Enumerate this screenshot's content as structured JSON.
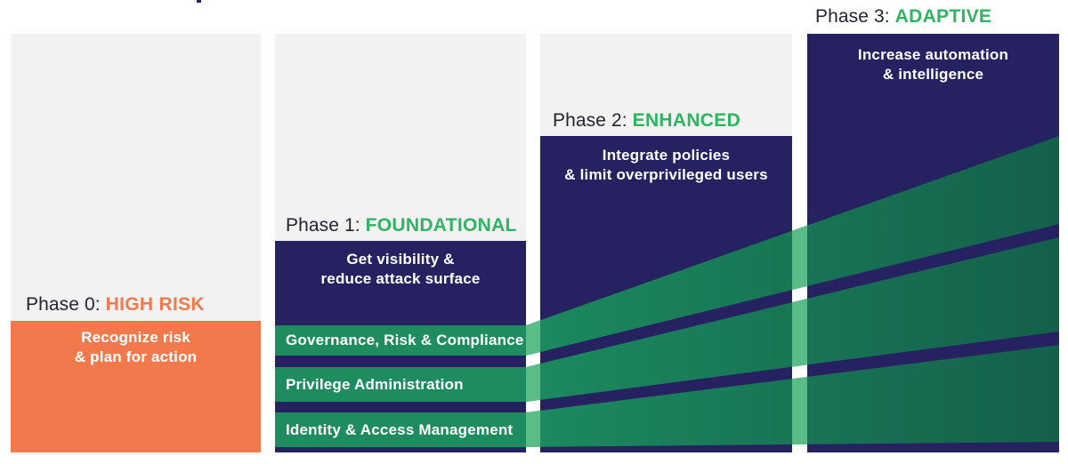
{
  "diagram": {
    "title_hint": "Privileged access maturity phases",
    "colors": {
      "background": "#FFFFFF",
      "column_gray": "#F2F2F2",
      "navy": "#262261",
      "orange": "#F1794C",
      "accent_green": "#2EB462",
      "band_green": "#1E8C5F",
      "band_green_dark": "#14604B",
      "band_green_light_gap": "#5BBC87",
      "label_text": "#232333",
      "white_text": "#FFFFFF"
    },
    "phases": [
      {
        "name": "Phase 0:",
        "status": "HIGH RISK",
        "summary_line1": "Recognize risk",
        "summary_line2": "& plan for action"
      },
      {
        "name": "Phase 1:",
        "status": "FOUNDATIONAL",
        "summary_line1": "Get visibility &",
        "summary_line2": "reduce attack surface",
        "bands": [
          "Governance, Risk & Compliance",
          "Privilege Administration",
          "Identity & Access Management"
        ]
      },
      {
        "name": "Phase 2:",
        "status": "ENHANCED",
        "summary_line1": "Integrate policies",
        "summary_line2": "& limit overprivileged users"
      },
      {
        "name": "Phase 3:",
        "status": "ADAPTIVE",
        "summary_line1": "Increase automation",
        "summary_line2": "& intelligence"
      }
    ]
  }
}
